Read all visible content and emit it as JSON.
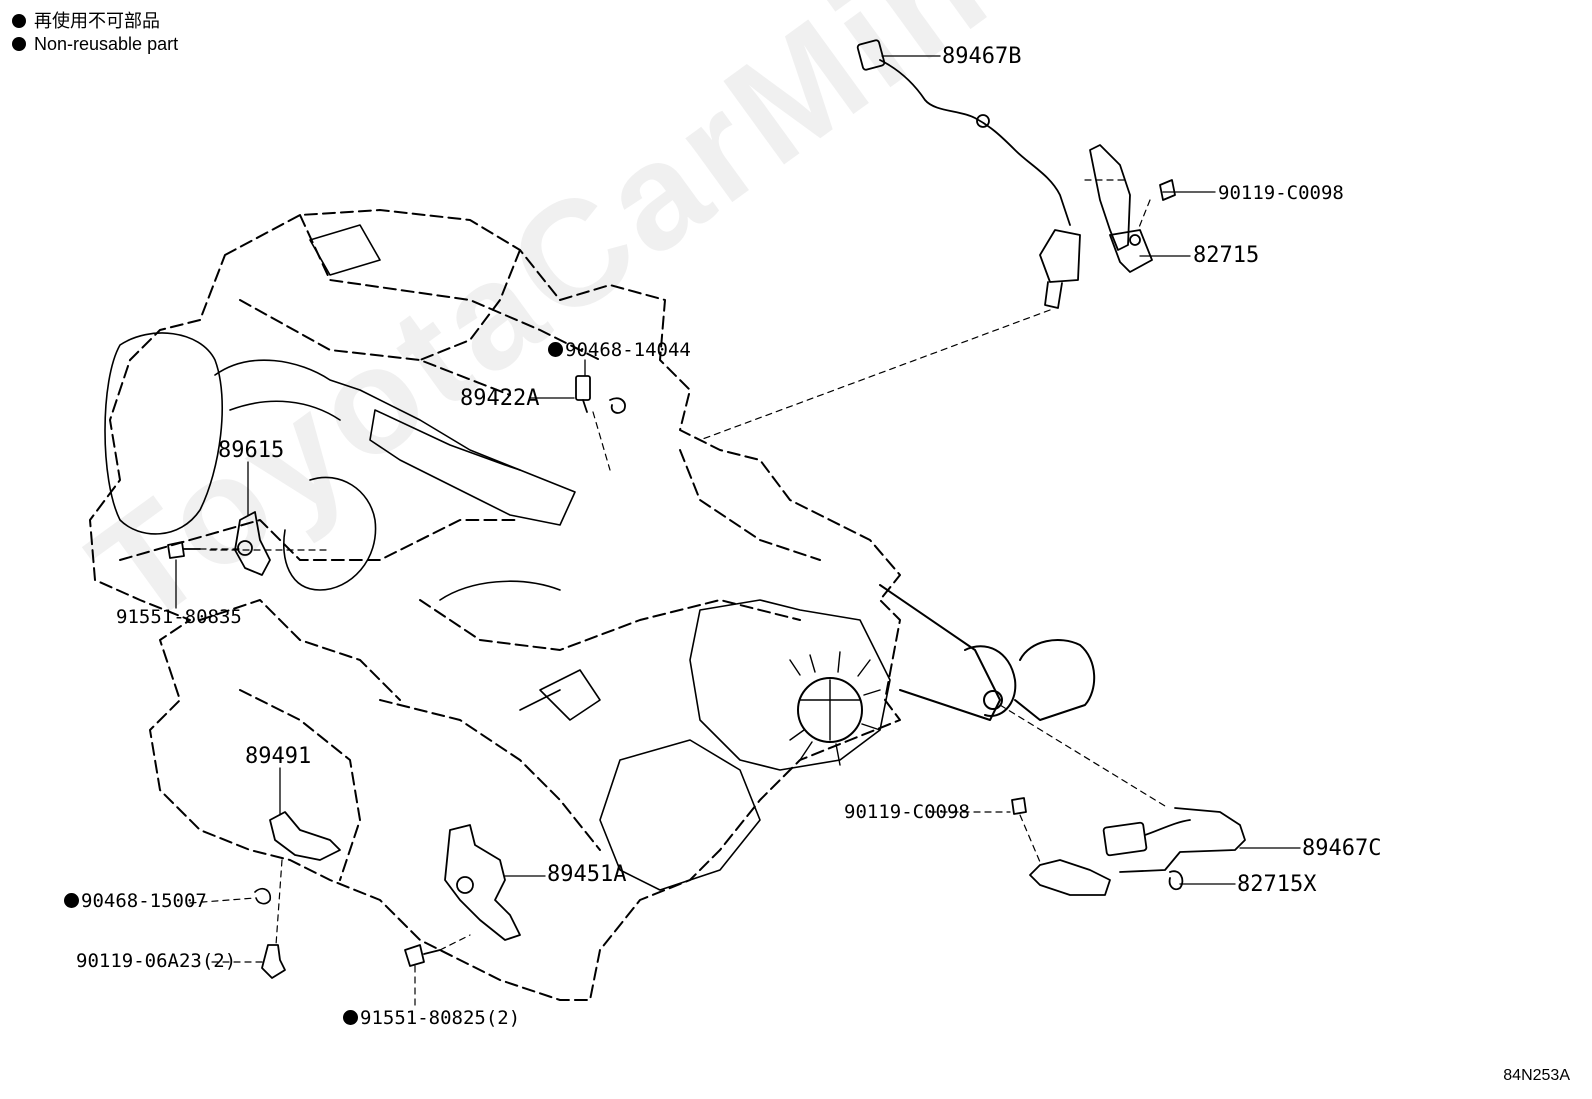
{
  "legend": {
    "jp": "再使用不可部品",
    "en": "Non-reusable part"
  },
  "watermark": "ToyotaCarMine.ru",
  "diagram_code": "84N253A",
  "parts": {
    "p89467B": "89467B",
    "p90119C0098_top": "90119-C0098",
    "p82715": "82715",
    "p9046814044": "90468-14044",
    "p89422A": "89422A",
    "p89615": "89615",
    "p9155180835": "91551-80835",
    "p89491": "89491",
    "p9046815007": "90468-15007",
    "p9011906A23": "90119-06A23(2)",
    "p9155180825": "91551-80825(2)",
    "p89451A": "89451A",
    "p90119C0098_bottom": "90119-C0098",
    "p89467C": "89467C",
    "p82715X": "82715X"
  }
}
